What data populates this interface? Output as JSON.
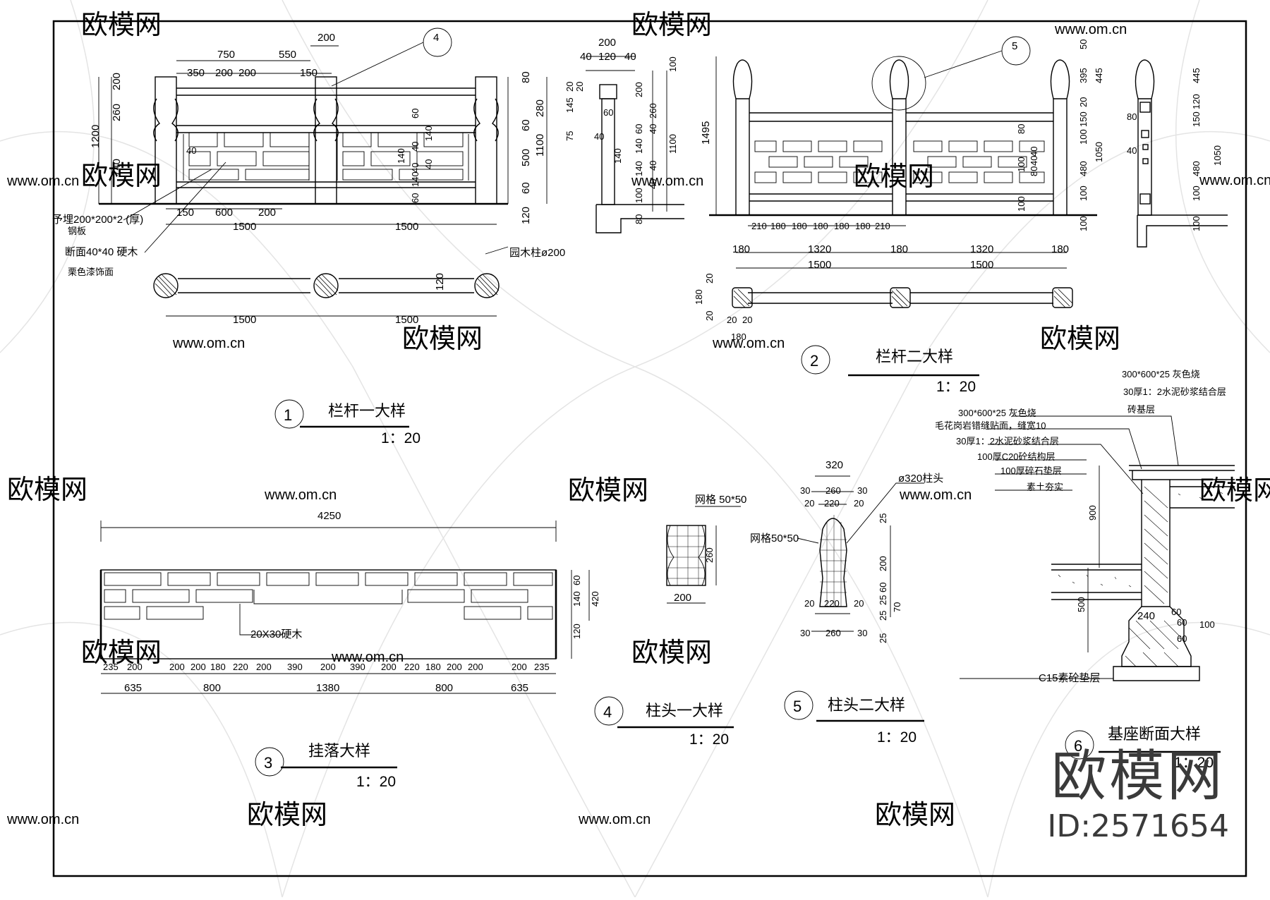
{
  "watermark": {
    "brand": "欧模网",
    "url": "www.om.cn"
  },
  "corner_mark": {
    "name": "欧模网",
    "id": "ID:2571654"
  },
  "details": [
    {
      "no": "1",
      "title": "栏杆一大样",
      "scale": "1：20"
    },
    {
      "no": "2",
      "title": "栏杆二大样",
      "scale": "1：20"
    },
    {
      "no": "3",
      "title": "挂落大样",
      "scale": "1：20"
    },
    {
      "no": "4",
      "title": "柱头一大样",
      "scale": "1：20"
    },
    {
      "no": "5",
      "title": "柱头二大样",
      "scale": "1：20"
    },
    {
      "no": "6",
      "title": "基座断面大样",
      "scale": "1：20"
    }
  ],
  "callouts": {
    "c4": "4",
    "c5": "5"
  },
  "r1": {
    "top": [
      "750",
      "550",
      "200",
      "350",
      "200",
      "200",
      "150"
    ],
    "left": [
      "200",
      "260",
      "1200",
      "740"
    ],
    "right": [
      "80",
      "280",
      "60",
      "1100",
      "500",
      "60",
      "120"
    ],
    "inner": [
      "40",
      "60",
      "140",
      "40",
      "140",
      "40",
      "40",
      "60",
      "140"
    ],
    "bottom": [
      "150",
      "600",
      "200",
      "1500",
      "1500"
    ],
    "notes": [
      "予埋200*200*2 (厚)",
      "钢板",
      "断面40*40 硬木",
      "栗色漆饰面",
      "园木柱ø200"
    ],
    "plan": [
      "120",
      "1500",
      "1500"
    ],
    "sec_top": [
      "200",
      "40",
      "120",
      "40"
    ],
    "sec_left": [
      "75",
      "145",
      "20",
      "20",
      "60",
      "40",
      "140"
    ],
    "sec_right": [
      "100",
      "200",
      "260",
      "1100",
      "60",
      "40",
      "140",
      "40",
      "140",
      "40",
      "100",
      "80"
    ]
  },
  "r2": {
    "left": "1495",
    "bottom": [
      "210",
      "180",
      "180",
      "180",
      "180",
      "180",
      "210"
    ],
    "mid": [
      "180",
      "1320",
      "180",
      "1320",
      "180",
      "1500",
      "1500"
    ],
    "plan": [
      "20",
      "180",
      "20",
      "20",
      "20",
      "180"
    ],
    "right_a": [
      "50",
      "395",
      "20",
      "150",
      "100",
      "480",
      "1050",
      "100",
      "100"
    ],
    "right_b": [
      "445",
      "120",
      "150",
      "1050",
      "480",
      "100",
      "100"
    ],
    "inner": [
      "80",
      "40",
      "100",
      "80",
      "40",
      "100"
    ],
    "sec_left": [
      "80",
      "40"
    ]
  },
  "r3": {
    "total": "4250",
    "right": [
      "60",
      "140",
      "420",
      "120"
    ],
    "note": "20X30硬木",
    "bottom": [
      "235",
      "200",
      "200",
      "200",
      "180",
      "220",
      "200",
      "390",
      "200",
      "390",
      "200",
      "220",
      "180",
      "200",
      "200",
      "200",
      "235"
    ],
    "bottom2": [
      "635",
      "800",
      "1380",
      "800",
      "635"
    ]
  },
  "r4": {
    "note": "网格 50*50",
    "right": "260",
    "bottom": "200"
  },
  "r5": {
    "top": [
      "320",
      "30",
      "260",
      "30",
      "20",
      "220",
      "20"
    ],
    "notes": [
      "ø320柱头",
      "网格50*50"
    ],
    "right": [
      "25",
      "200",
      "60",
      "25",
      "25",
      "70",
      "25"
    ],
    "bottom": [
      "20",
      "220",
      "20",
      "30",
      "260",
      "30"
    ]
  },
  "r6": {
    "notes_top": [
      "300*600*25 灰色烧",
      "30厚1：2水泥砂浆结合层",
      "砖基层"
    ],
    "notes_side": [
      "300*600*25 灰色烧",
      "毛花岗岩错缝贴面，缝宽10",
      "30厚1：2水泥砂浆结合层",
      "100厚C20砼结构层",
      "100厚碎石垫层",
      "素土夯实"
    ],
    "dims": [
      "900",
      "500",
      "240",
      "60",
      "60",
      "100",
      "60"
    ],
    "base": "C15素砼垫层"
  }
}
